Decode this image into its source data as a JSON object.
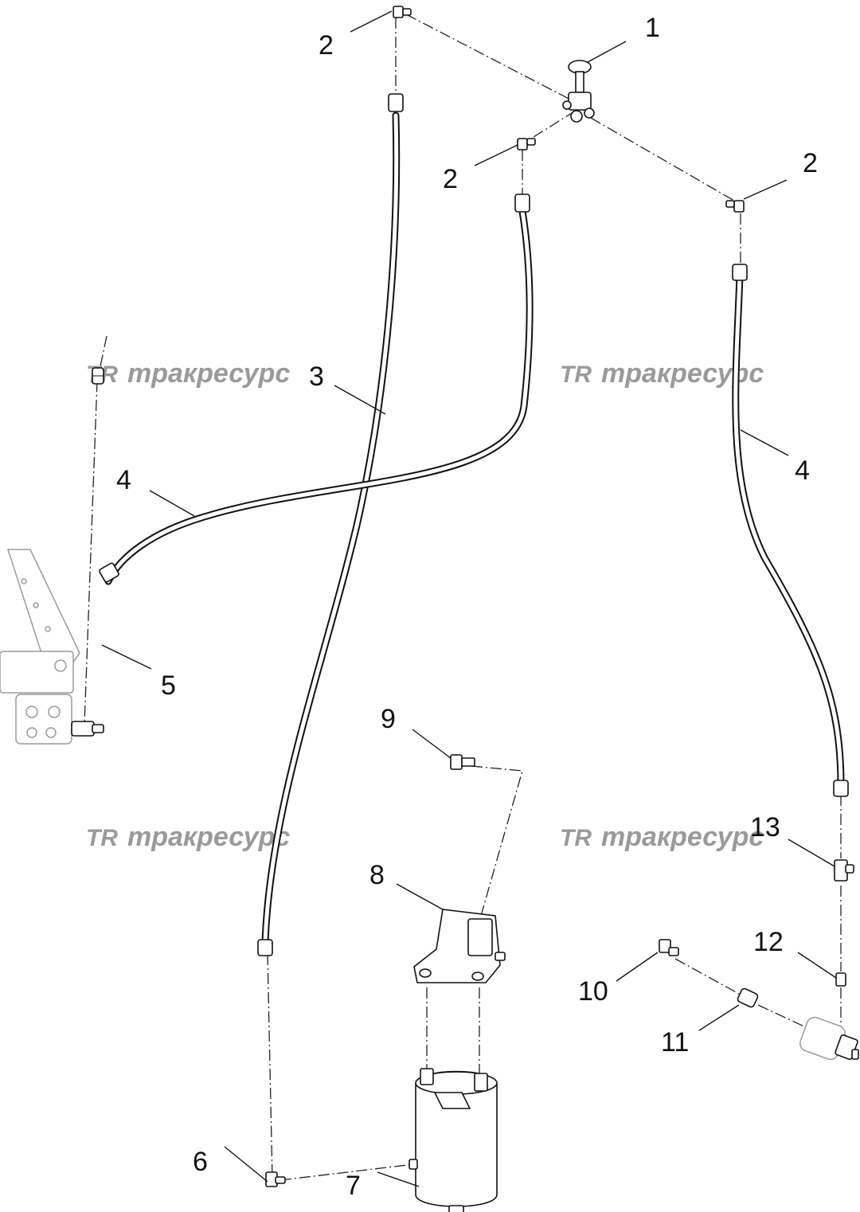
{
  "watermark": {
    "logo": "TR",
    "text": "тракресурс"
  },
  "callouts": {
    "c1": "1",
    "c2a": "2",
    "c2b": "2",
    "c2c": "2",
    "c3": "3",
    "c4a": "4",
    "c4b": "4",
    "c5": "5",
    "c6": "6",
    "c7": "7",
    "c8": "8",
    "c9": "9",
    "c10": "10",
    "c11": "11",
    "c12": "12",
    "c13": "13"
  }
}
